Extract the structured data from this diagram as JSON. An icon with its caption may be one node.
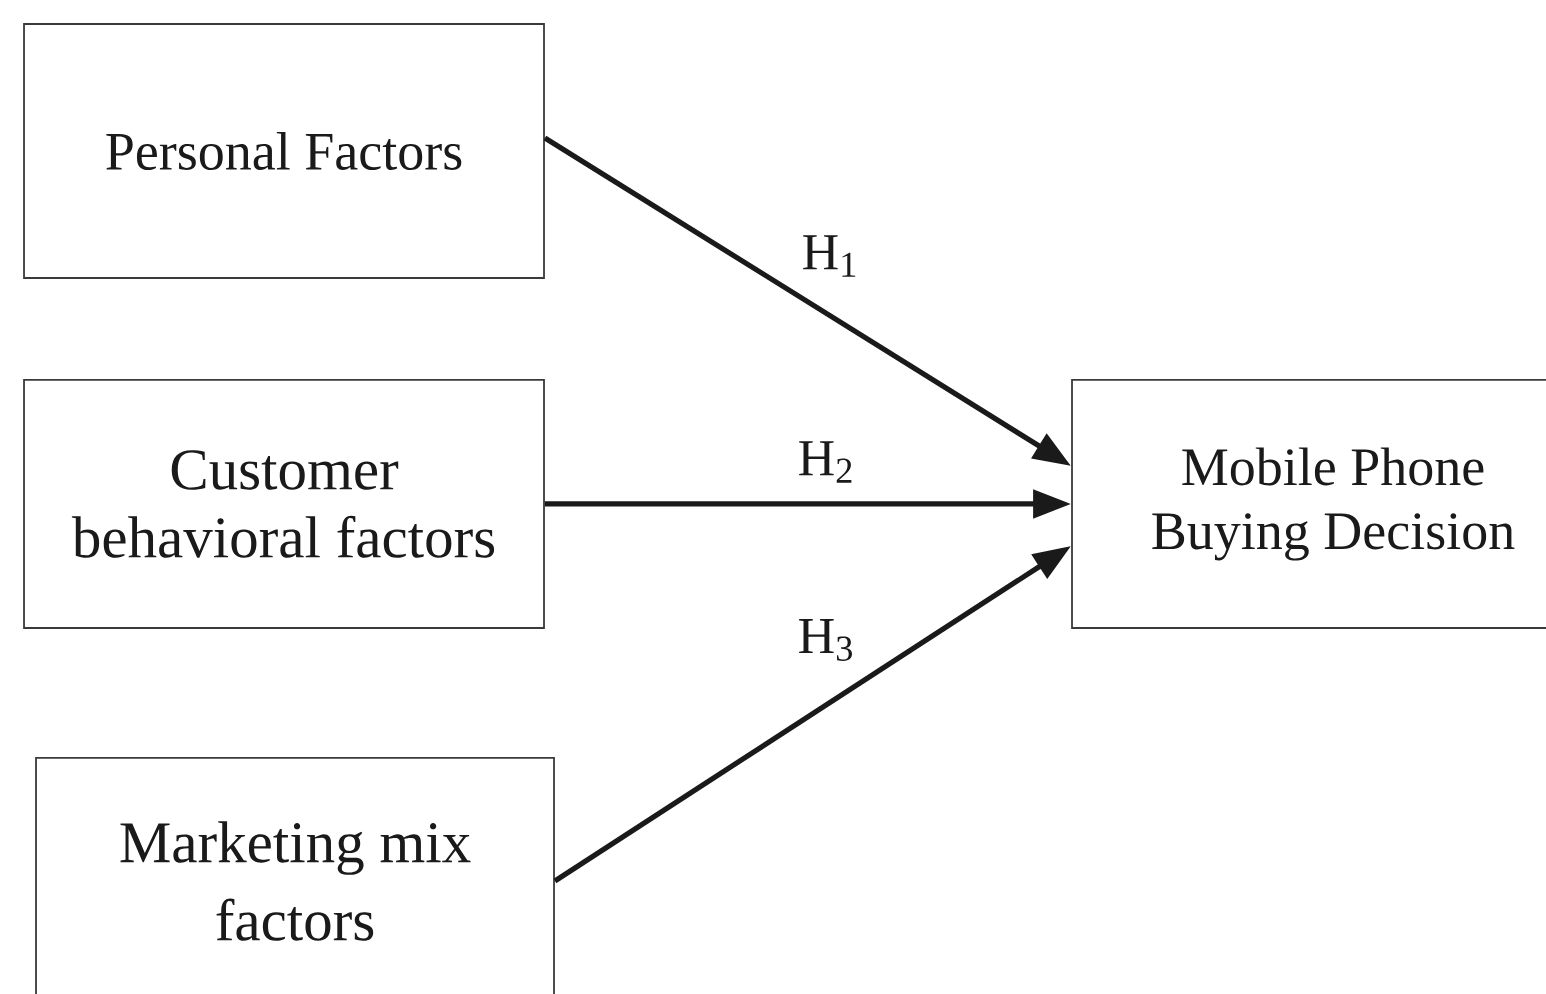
{
  "diagram": {
    "nodes": [
      {
        "text": [
          "Personal Factors"
        ]
      },
      {
        "text": [
          "Customer behavioral factors"
        ]
      },
      {
        "text": [
          "Marketing mix factors"
        ]
      },
      {
        "text": [
          "Mobile Phone Buying Decision"
        ]
      }
    ],
    "edges": [
      {
        "from": 0,
        "to": 3,
        "arrow": "to",
        "label": "H$_{1}$"
      },
      {
        "from": 1,
        "to": 3,
        "arrow": "to",
        "label": "H$_{2}$"
      },
      {
        "from": 2,
        "to": 3,
        "arrow": "to",
        "label": "H$_{3}$"
      }
    ]
  }
}
